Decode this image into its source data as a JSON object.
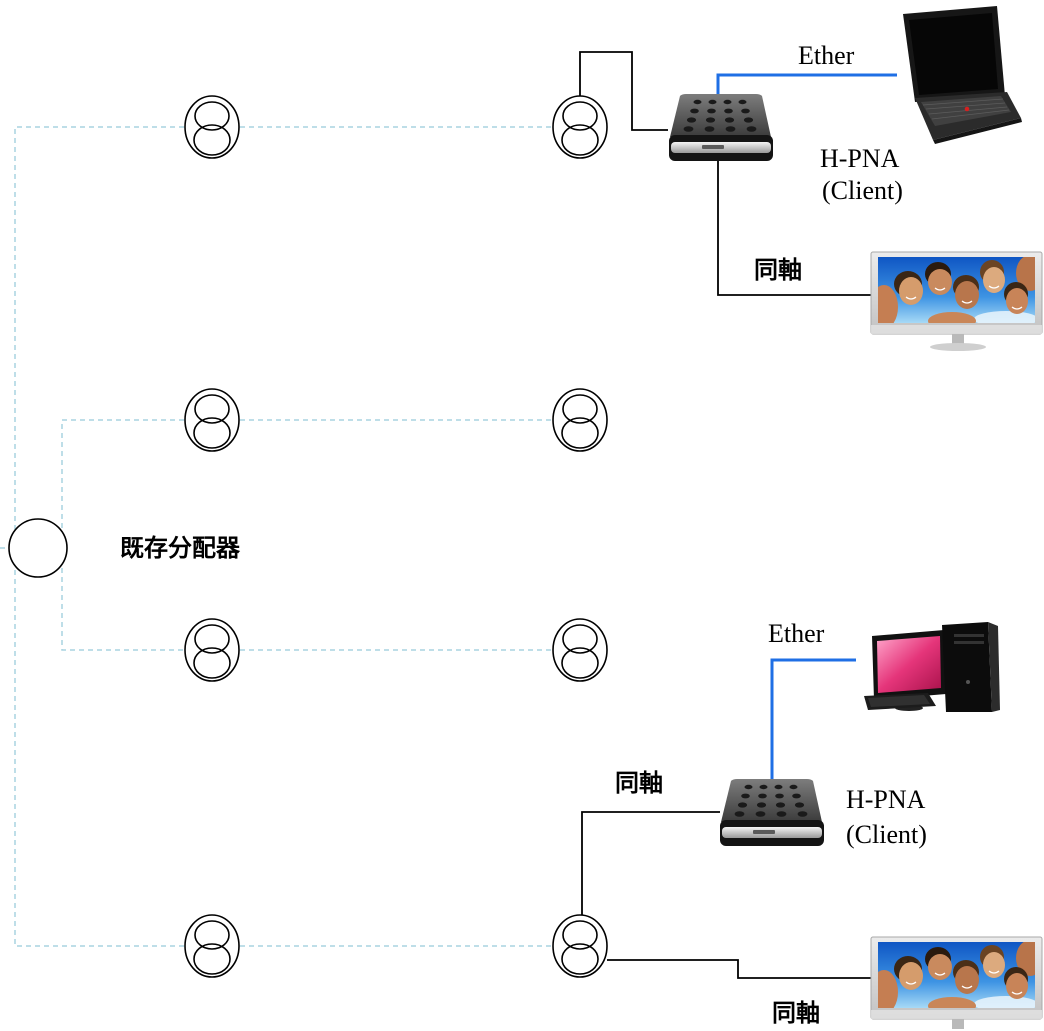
{
  "distributor": {
    "label": "既存分配器"
  },
  "top_client": {
    "ether_label": "Ether",
    "device_name": "H-PNA",
    "device_role": "(Client)",
    "coax_label": "同軸"
  },
  "bottom_client": {
    "ether_label": "Ether",
    "device_name": "H-PNA",
    "device_role": "(Client)",
    "coax_label_device": "同軸",
    "coax_label_tv": "同軸"
  },
  "icons": {
    "outlet": "wall-outlet-icon",
    "distributor": "splitter-icon",
    "hpna_device": "hpna-adapter-icon",
    "laptop": "laptop-icon",
    "desktop": "desktop-pc-icon",
    "tv": "tv-icon"
  },
  "colors": {
    "existing_cable": "#a9d3e1",
    "ethernet_cable": "#1f6fe5",
    "coax_cable": "#000000"
  }
}
